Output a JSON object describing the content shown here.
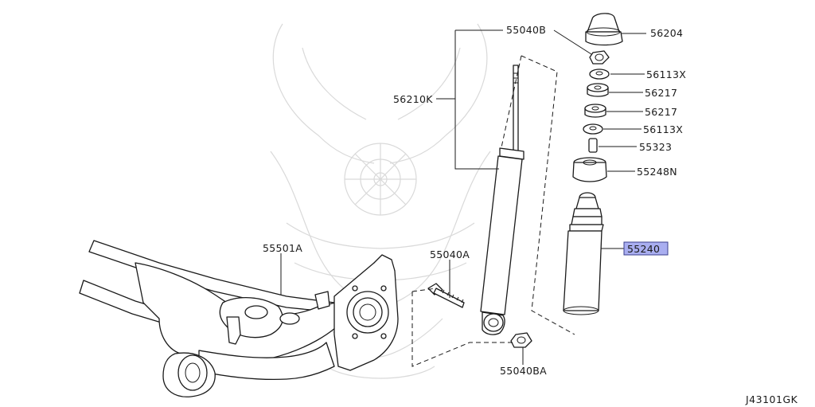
{
  "diagram": {
    "reference_code": "J43101GK",
    "highlight_color": "#a9aef0",
    "parts": [
      {
        "id": "mount_insulator",
        "number": "56204"
      },
      {
        "id": "nut_top",
        "number": "55040B"
      },
      {
        "id": "washer_upper",
        "number": "56113X"
      },
      {
        "id": "bushing_upper",
        "number": "56217"
      },
      {
        "id": "bushing_lower",
        "number": "56217"
      },
      {
        "id": "washer_lower",
        "number": "56113X"
      },
      {
        "id": "collar",
        "number": "55323"
      },
      {
        "id": "bump_cover",
        "number": "55248N"
      },
      {
        "id": "dust_boot",
        "number": "55240",
        "highlighted": true
      },
      {
        "id": "shock_absorber",
        "number": "56210K"
      },
      {
        "id": "lower_bolt",
        "number": "55040A"
      },
      {
        "id": "axle_beam",
        "number": "55501A"
      },
      {
        "id": "lower_nut",
        "number": "55040BA"
      }
    ]
  }
}
